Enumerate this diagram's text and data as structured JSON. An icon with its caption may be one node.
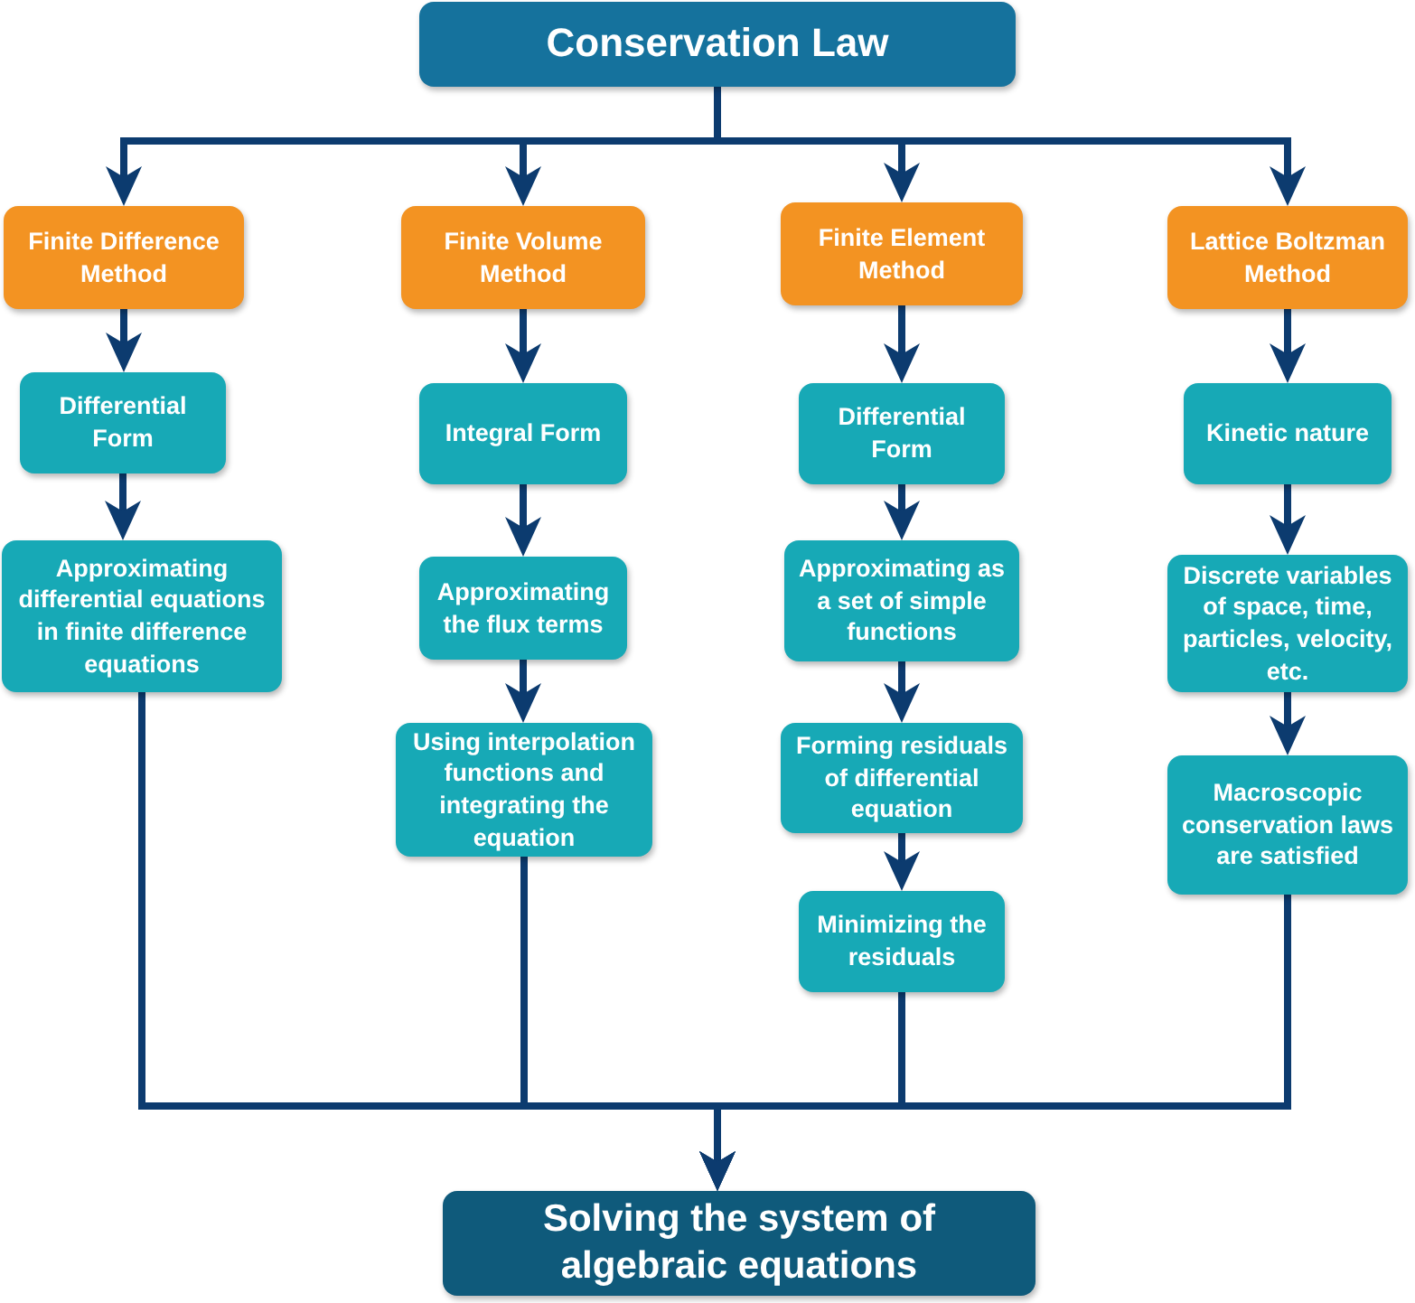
{
  "diagram": {
    "nodes": [
      {
        "text": [
          "Conservation Law"
        ]
      },
      {
        "text": [
          "Finite Difference Method"
        ]
      },
      {
        "text": [
          "Finite Volume Method"
        ]
      },
      {
        "text": [
          "Finite Element Method"
        ]
      },
      {
        "text": [
          "Lattice Boltzman Method"
        ]
      },
      {
        "text": [
          "Differential Form"
        ]
      },
      {
        "text": [
          "Approximating differential equations in finite difference equations"
        ]
      },
      {
        "text": [
          "Integral Form"
        ]
      },
      {
        "text": [
          "Approximating the flux terms"
        ]
      },
      {
        "text": [
          "Using interpolation functions and integrating the equation"
        ]
      },
      {
        "text": [
          "Differential Form"
        ]
      },
      {
        "text": [
          "Approximating as a set of simple functions"
        ]
      },
      {
        "text": [
          "Forming residuals of differential equation"
        ]
      },
      {
        "text": [
          "Minimizing the residuals"
        ]
      },
      {
        "text": [
          "Kinetic nature"
        ]
      },
      {
        "text": [
          "Discrete variables of space, time, particles, velocity, etc."
        ]
      },
      {
        "text": [
          "Macroscopic conservation laws are satisfied"
        ]
      },
      {
        "text": [
          "Solving the system of algebraic equations"
        ]
      }
    ],
    "edges": [
      {
        "from": 0,
        "to": 1,
        "arrow": "to"
      },
      {
        "from": 0,
        "to": 2,
        "arrow": "to"
      },
      {
        "from": 0,
        "to": 3,
        "arrow": "to"
      },
      {
        "from": 0,
        "to": 4,
        "arrow": "to"
      },
      {
        "from": 1,
        "to": 5,
        "arrow": "to"
      },
      {
        "from": 5,
        "to": 6,
        "arrow": "to"
      },
      {
        "from": 2,
        "to": 7,
        "arrow": "to"
      },
      {
        "from": 7,
        "to": 8,
        "arrow": "to"
      },
      {
        "from": 8,
        "to": 9,
        "arrow": "to"
      },
      {
        "from": 3,
        "to": 10,
        "arrow": "to"
      },
      {
        "from": 10,
        "to": 11,
        "arrow": "to"
      },
      {
        "from": 11,
        "to": 12,
        "arrow": "to"
      },
      {
        "from": 12,
        "to": 13,
        "arrow": "to"
      },
      {
        "from": 4,
        "to": 14,
        "arrow": "to"
      },
      {
        "from": 14,
        "to": 15,
        "arrow": "to"
      },
      {
        "from": 15,
        "to": 16,
        "arrow": "to"
      },
      {
        "from": 6,
        "to": 17,
        "arrow": "to"
      },
      {
        "from": 9,
        "to": 17,
        "arrow": "to"
      },
      {
        "from": 13,
        "to": 17,
        "arrow": "to"
      },
      {
        "from": 16,
        "to": 17,
        "arrow": "to"
      }
    ]
  }
}
